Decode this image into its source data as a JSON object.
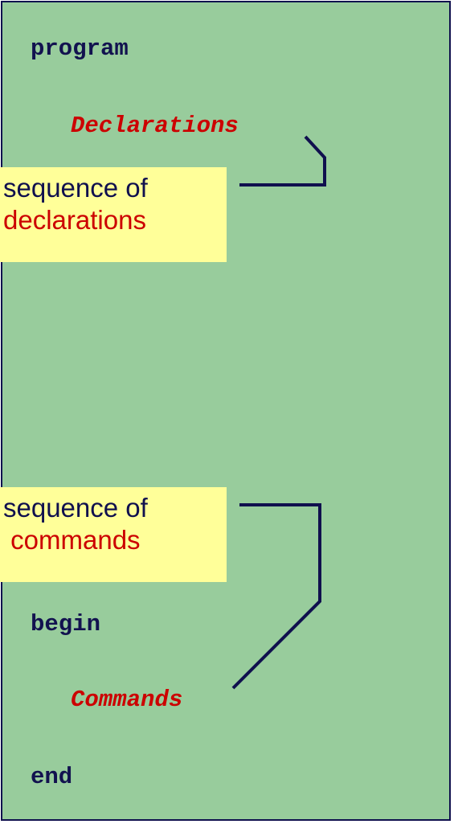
{
  "program": {
    "keyword_program": "program",
    "placeholder_declarations": "Declarations",
    "keyword_begin": "begin",
    "placeholder_commands": "Commands",
    "keyword_end": "end"
  },
  "callouts": {
    "declarations": {
      "line1": "sequence of",
      "line2": "declarations"
    },
    "commands": {
      "line1": "sequence of",
      "line2": " commands"
    }
  },
  "colors": {
    "panel_background": "#98cc9c",
    "keyword": "#12124f",
    "placeholder": "#cc0000",
    "callout_background": "#ffff99",
    "connector": "#10104e"
  }
}
